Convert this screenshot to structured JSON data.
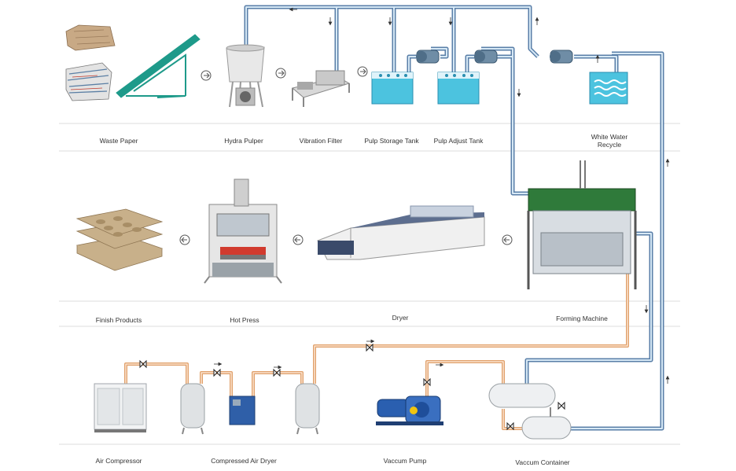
{
  "labels": {
    "waste_paper": "Waste Paper",
    "hydra_pulper": "Hydra Pulper",
    "vibration_filter": "Vibration Filter",
    "pulp_storage_tank": "Pulp Storage Tank",
    "pulp_adjust_tank": "Pulp Adjust Tank",
    "white_water_recycle_line1": "White Water",
    "white_water_recycle_line2": "Recycle",
    "finish_products": "Finish Products",
    "hot_press": "Hot Press",
    "dryer": "Dryer",
    "forming_machine": "Forming Machine",
    "air_compressor": "Air Compressor",
    "compressed_air_dryer": "Compressed Air Dryer",
    "vaccum_pump": "Vaccum Pump",
    "vaccum_container": "Vaccum Container"
  },
  "colors": {
    "water_pipe": "#5a7fa8",
    "water_pipe_inner": "#cfe3f2",
    "air_pipe": "#e0a06a",
    "tank_water": "#4cc3df",
    "arrow_circle": "#555555",
    "machine_green": "#2f7a3a",
    "ramp_green": "#1e9a8a",
    "carton_brown": "#c8b08a"
  },
  "icons": [
    "flow-arrow-icon",
    "valve-icon",
    "pump-icon",
    "wave-icon"
  ]
}
